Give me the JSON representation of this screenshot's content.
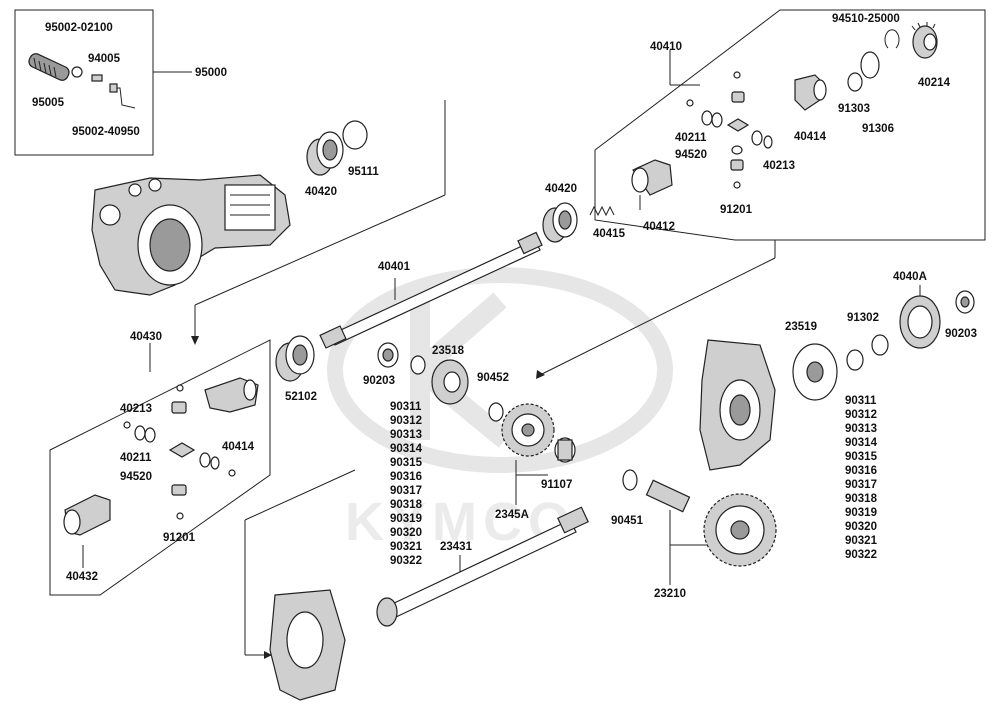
{
  "watermark": {
    "text": "KYMCO"
  },
  "labels": {
    "p95002_02100": "95002-02100",
    "p94005": "94005",
    "p95000": "95000",
    "p95005": "95005",
    "p95002_40950": "95002-40950",
    "p40420a": "40420",
    "p95111": "95111",
    "p40420b": "40420",
    "p40415": "40415",
    "p40410": "40410",
    "p94510": "94510-25000",
    "p40214": "40214",
    "p91303": "91303",
    "p91306": "91306",
    "p40414r": "40414",
    "p40211r": "40211",
    "p94520r": "94520",
    "p40213r": "40213",
    "p91201r": "91201",
    "p40412": "40412",
    "p40401": "40401",
    "p40430": "40430",
    "p40213l": "40213",
    "p40414l": "40414",
    "p40211l": "40211",
    "p94520l": "94520",
    "p91201l": "91201",
    "p40432": "40432",
    "p52102": "52102",
    "p90203a": "90203",
    "p23518": "23518",
    "p90452": "90452",
    "p91107": "91107",
    "p2345A": "2345A",
    "p23431": "23431",
    "p90451": "90451",
    "p23210": "23210",
    "p23519": "23519",
    "p91302": "91302",
    "p4040A": "4040A",
    "p90203b": "90203"
  },
  "shim_list_left": [
    "90311",
    "90312",
    "90313",
    "90314",
    "90315",
    "90316",
    "90317",
    "90318",
    "90319",
    "90320",
    "90321",
    "90322"
  ],
  "shim_list_right": [
    "90311",
    "90312",
    "90313",
    "90314",
    "90315",
    "90316",
    "90317",
    "90318",
    "90319",
    "90320",
    "90321",
    "90322"
  ]
}
